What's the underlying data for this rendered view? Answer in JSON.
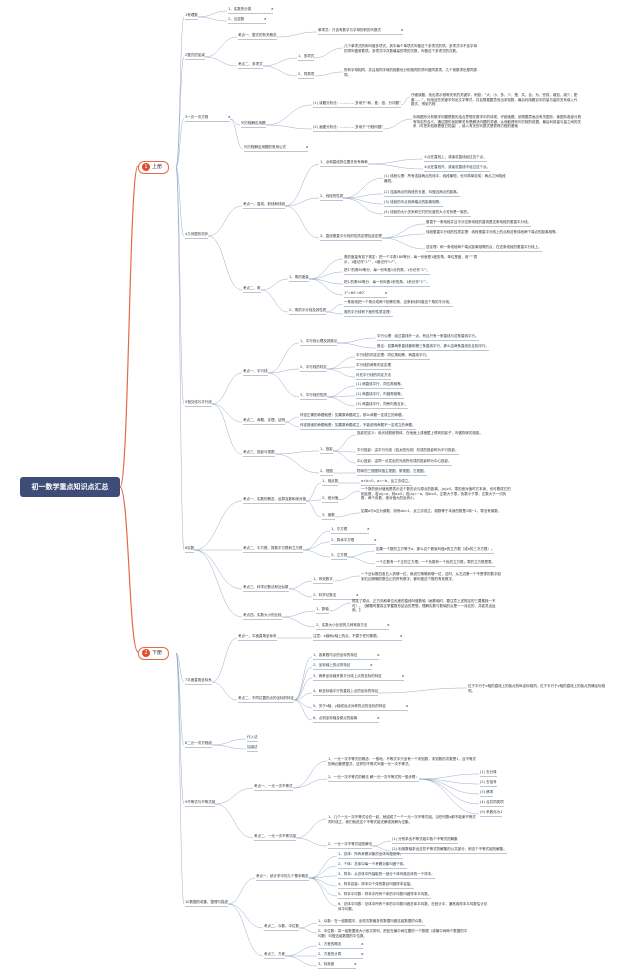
{
  "title": "初一数学重点知识点汇总",
  "branches": {
    "up": {
      "num": "1",
      "label": "上册"
    },
    "down": {
      "num": "2",
      "label": "下册"
    }
  },
  "nodes": {
    "n1": "1有理数",
    "n1a": "1、实数的分类",
    "n1b": "2、互逆数",
    "n2": "2整式的加减",
    "n2a": "考点一、整式的有关概念",
    "n2a1": "单项式：只含有数字与字母的积的代数式",
    "n2b": "考点二、多项式",
    "n2b1": "1、多项式",
    "n2b1t": "几个单项式的和叫做多项式，其中每个单项式叫做这个多项式的项。多项式中不含字母的项叫做常数项。多项式中次数最高的项的次数，叫做这个多项式的次数。",
    "n2b2": "2、同类项",
    "n2b2t": "所有字母相同，并且相同字母的指数也分别相同的项叫做同类项。几个常数项也是同类项。",
    "n3": "3一元一次方程",
    "n3a": "列方程解应用题",
    "n3a1": "(1) 读题分析法：………… 多用于“和，差，倍，分问题”",
    "n3a1t": "仔细读题，找出表示相等关系的关键字，例如：“大，小，多，少，是，共，合，为，完成，增加，减少，配套……”，利用这些关键字列出文字等式，并且根据题意设出未知数，最后利用题目中的量与量的关系填入代数式，得到方程",
    "n3a2": "(2) 画图分析法：………… 多用于“行程问题”",
    "n3a2t": "利用图形分析数学问题是数形结合思想在数学中的体现，仔细读题，依照题意画出有关图形，使图形各部分具有特定的含义，通过图形找相等关系是解决问题的关键，从而取得布列方程的依据，最后利用量与量之间的关系（可把未知数看做已知量），填入有关的代数式是获得方程的基础",
    "n3a3": "列方程解应用题的常用公式",
    "n4": "4几何图形初步",
    "n4a": "考点一、直线、射线和线段",
    "n4a1": "1、点和直线的位置关系有两种",
    "n4a1x": "①点在直线上，或者说直线经过这个点。",
    "n4a1y": "②点在直线外，或者说直线不经过这个点。",
    "n4a2": "2、线段的性质",
    "n4a2a": "(1) 线段公理：所有连接两点的线中，线段最短。也可简单说成：两点之间线段最短。",
    "n4a2b": "(2) 连接两点的线段的长度，叫做这两点的距离。",
    "n4a2c": "(3) 线段的中点到两端点的距离相等。",
    "n4a2d": "(4) 线段的大小关系和它们的长度的大小关系是一致的。",
    "n4a3": "3、直线垂直平分线的性质定理及逆定理",
    "n4a3a": "垂直于一条线段并且平分这条线段的直线是这条线段的垂直平分线。",
    "n4a3b": "线段垂直平分线的性质定理：线段垂直平分线上的点和这条线段两个端点的距离相等。",
    "n4a3c": "逆定理：和一条线段两个端点距离相等的点，在这条线段的垂直平分线上。",
    "n4b": "考点二、角",
    "n4b1": "1、角的度量",
    "n4b1a": "角的度量有如下规定：把一个平角180等分，每一份就是1度的角，单位是度，用“°”表示，1度记作“1°”，n度记作“n°”。",
    "n4b1b": "把1°的角60等分，每一份叫做1分的角，1分记作“1′”。",
    "n4b1c": "把1′的角60等分，每一份叫做1秒的角，1秒记作“1″”。",
    "n4b1d": "1°=60′=60″",
    "n4b2": "2、角的平分线及其性质",
    "n4b2a": "一条射线把一个角分成两个相等的角，这条射线叫做这个角的平分线。",
    "n4b2b": "角的平分线有下面的性质定理：",
    "n5": "5相交线与平行线",
    "n5a": "考点一、平行线",
    "n5a1": "1、平行线公理及其推论",
    "n5a1a": "平行公理：经过直线外一点，有且只有一条直线与这条直线平行。",
    "n5a1b": "推论：如果两条直线都和第三条直线平行，那么这两条直线也互相平行。",
    "n5a2": "2、平行线的判定",
    "n5a2a": "平行线的判定定理：同位角相等，两直线平行。",
    "n5a2b": "平行线的两条判定定理",
    "n5a2c": "补充平行线的判定方法",
    "n5a3": "3、平行线的性质",
    "n5a3a": "(1) 两直线平行，同位角相等。",
    "n5a3b": "(2) 两直线平行，内错角相等。",
    "n5a3c": "(3) 两直线平行，同旁内角互补。",
    "n5b": "考点二、命题、定理、证明",
    "n5b1": "伴逆正确的命题就是：如果原命题成立，那么命题一定成立的命题。",
    "n5b2": "伴逆错误的命题就是：如果原命题成立，不能说明命题不一定成立的命题。",
    "n5c": "考点三、投影与视图",
    "n5c1": "1、投影",
    "n5c1a": "投影的定义：用光线照射物体，在地面上或墙壁上得到的影子，叫做物体的投影。",
    "n5c1b": "平行投影：由平行光线（如太阳光线）形成的投影称为平行投影。",
    "n5c1c": "中心投影：由同一点发出的光线所形成的投影称为中心投影。",
    "n5c2": "2、视图",
    "n5c2a": "物体的三视图特指主视图、俯视图、左视图。",
    "n6": "6实数",
    "n6a": "考点一、实数的概念、运算及数和绝对值",
    "n6a1": "1、相反数",
    "n6a1a": "a+b=0，a=−b，反之亦成立。",
    "n6a2": "2、绝对值",
    "n6a2t": "一个数的绝对值就是表示这个数的点与原点的距离，|a|≥0。零的绝对值时它本身，也可看成它的相反数，若|a|=a，则a≥0；若|a|=−a，则a≤0。正数大于零，负数小于零，正数大于一切负数，两个负数，绝对值大的反而小。",
    "n6a3": "3、倒数",
    "n6a3t": "如果a与b互为倒数，则有ab=1，反之亦成立。倒数等于本身的数是1和−1，零没有倒数。",
    "n6b": "考点二、平方根、算数平方根和立方根",
    "n6b1": "1、平方根",
    "n6b2": "2、算术平方根",
    "n6b3": "3、立方根",
    "n6b3a": "如果一个数的立方等于a，那么这个数就叫做a的立方根（或a的三次方根）。",
    "n6b3b": "一个正数有一个正的立方根；一个负数有一个负的立方根；零的立方根是零。",
    "n6c": "考点三、科学记数法和近似数",
    "n6c1": "1、有效数字",
    "n6c1t": "一个近似数四舍五入到哪一位，就说它精确到哪一位，这时，从左边第一个不是零的数字起到右边精确的数位止的所有数字，都叫做这个数的有效数字。",
    "n6c2": "2、科学记数法",
    "n6d": "考点四、实数大小的比较",
    "n6d1": "1、数轴",
    "n6d1t": "规定了原点、正方向和单位长度的直线叫做数轴（画数轴时，要注意上述规定的三要素缺一不可）。【解题时要真正掌握数形结合的思想，理解实数与数轴的点是一一对应的，并能灵活运用。】",
    "n6d2": "2、实数大小比较的几种常用方法",
    "n7": "7平面直角坐标系",
    "n7a": "考点一、平面直角坐标系",
    "n7a1": "注意：x轴和y轴上的点，不属于任何象限。",
    "n7b": "考点二、不同位置的点的坐标的特征",
    "n7b1": "1、各象限内点的坐标的特征",
    "n7b2": "2、坐标轴上的点的特征",
    "n7b3": "3、两条坐标轴夹角平分线上点的坐标的特征",
    "n7b4": "4、和坐标轴平行的直线上点的坐标的特征",
    "n7b4t": "位于平行于x轴的直线上的各点的纵坐标相同。位于平行于y轴的直线上的各点的横坐标相同。",
    "n7b5": "5、关于x轴，y轴或远点对称的点的坐标的特征",
    "n7b6": "6、点到坐标轴及原点的距离",
    "n8": "8二元一次方程组",
    "n8a": "代入法",
    "n8b": "加减法",
    "n9": "9不等式与不等式组",
    "n9a": "考点一、一元一次不等式",
    "n9a1": "1、一元一次不等式的概念：一般地，不等式中只含有一个未知数，未知数的次数是1，且不等式的两边都是整式，这样的不等式叫做一元一次不等式。",
    "n9a2": "2、一元一次不等式的解法 解一元一次不等式的一般步骤：",
    "n9a2a": "(1) 去分母",
    "n9a2b": "(2) 去括号",
    "n9a2c": "(3) 移项",
    "n9a2d": "(4) 合并同类项",
    "n9a2e": "(5) 系数化为1",
    "n9b": "考点二、一元一次不等式组",
    "n9b1": "1、几个一元一次不等式合在一起，就组成了一个一元一次不等式组。当任何数x都不能使不等式同时成立，我们就说这个不等式组无解或其解为空集。",
    "n9b2": "2、一元一次不等式组的解法",
    "n9b2a": "(1) 分别求出不等式组中各个不等式的解集",
    "n9b2b": "(2) 利用数轴求出这些不等式的解集的公共部分，即这个不等式组的解集。",
    "n10": "10数据的收集、整理与描述",
    "n10a": "考点一、统计学中的几个基本概念",
    "n10a1": "1、总体：所有考察对象的全体叫做总体。",
    "n10a2": "2、个体：总体中每一个考察对象叫做个体。",
    "n10a3": "3、样本：从总体中所抽取的一部分个体叫做总体的一个样本。",
    "n10a4": "4、样本容量：样本中个体的数目叫做样本容量。",
    "n10a5": "5、样本平均数：样本中所有个体的平均数叫做样本平均数。",
    "n10a6": "6、总体平均数：总体中所有个体的平均数叫做总体平均数，在统计中，通常用样本平均数估计总体平均数。",
    "n10b": "考点二、众数、中位数",
    "n10b1": "1、众数：在一组数据中，出现次数最多的数据叫做这组数据的众数。",
    "n10b2": "2、中位数：将一组数据按大小依次排列，把处在最中间位置的一个数据（或最中间两个数据的平均数）叫做这组数据的中位数。",
    "n10c": "考点三、方差",
    "n10c1": "1、方差的概念",
    "n10c2": "2、方差的计算",
    "n10c3": "3、标准差"
  },
  "markers": {
    "small": "a"
  }
}
